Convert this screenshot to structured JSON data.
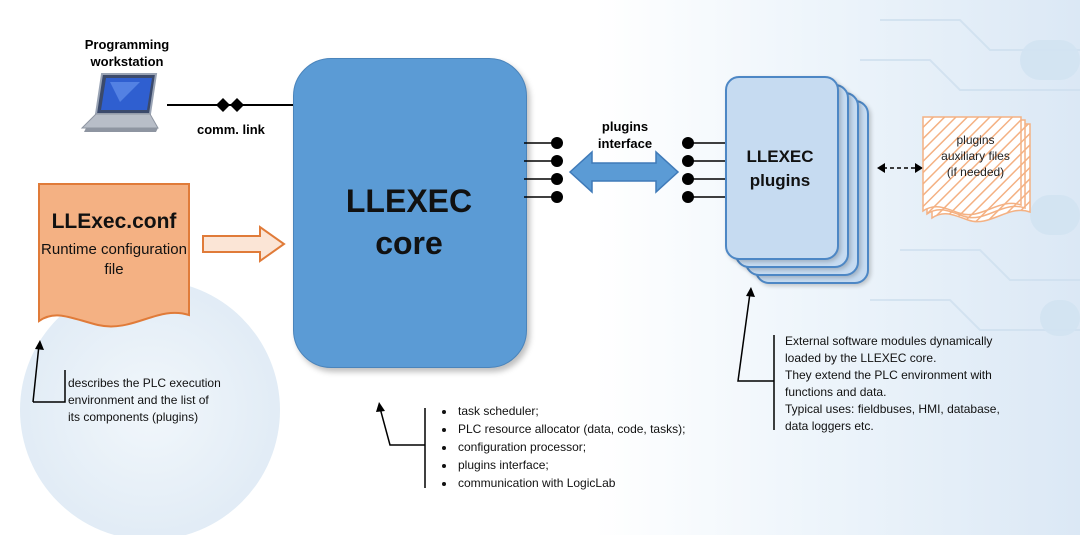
{
  "workstation": {
    "label": "Programming workstation"
  },
  "comm_link": {
    "label": "comm. link"
  },
  "config_file": {
    "title": "LLExec.conf",
    "subtitle": "Runtime configuration file"
  },
  "core": {
    "line1": "LLEXEC",
    "line2": "core"
  },
  "plugins_interface": {
    "label_line1": "plugins",
    "label_line2": "interface"
  },
  "plugins": {
    "line1": "LLEXEC",
    "line2": "plugins"
  },
  "aux_files": {
    "line1": "plugins",
    "line2": "auxiliary files",
    "line3": "(if needed)"
  },
  "config_note": {
    "line1": "describes the PLC execution",
    "line2": "environment and the list of",
    "line3": "its components (plugins)"
  },
  "core_features": [
    "task scheduler;",
    "PLC resource allocator (data, code, tasks);",
    "configuration processor;",
    "plugins interface;",
    "communication with LogicLab"
  ],
  "plugins_note": {
    "line1": "External software modules dynamically",
    "line2": "loaded by the LLEXEC core.",
    "line3": "They extend the PLC environment with",
    "line4": "functions and data.",
    "line5": "Typical uses: fieldbuses, HMI, database,",
    "line6": "data loggers etc."
  },
  "colors": {
    "core_fill": "#5b9bd5",
    "plugin_fill": "#c6dbf1",
    "config_fill": "#f4b183",
    "config_border": "#e07b39"
  }
}
